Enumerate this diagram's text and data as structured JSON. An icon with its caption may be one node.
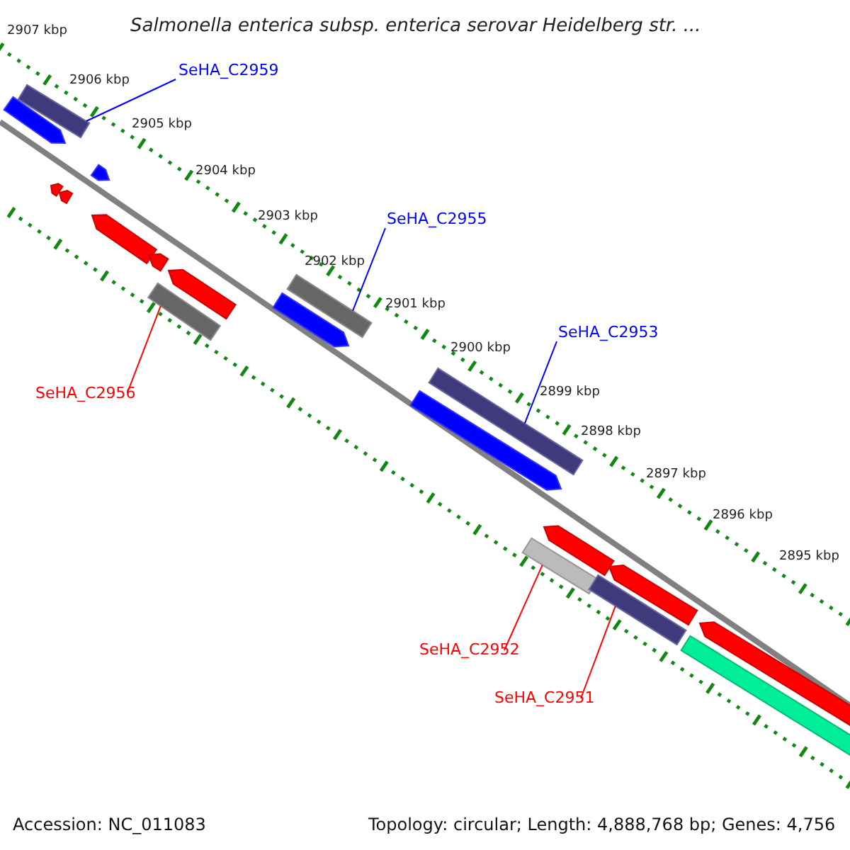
{
  "diagram": {
    "title": "Salmonella enterica subsp. enterica serovar Heidelberg str. ...",
    "nodes": [
      {
        "text": [
          "SeHA_C2959"
        ]
      },
      {
        "text": [],
        "shape": "bar"
      },
      {
        "text": [
          "SeHA_C2955"
        ]
      },
      {
        "text": [],
        "shape": "bar"
      },
      {
        "text": [
          "SeHA_C2953"
        ]
      },
      {
        "text": [],
        "shape": "bar"
      },
      {
        "text": [
          "SeHA_C2956"
        ]
      },
      {
        "text": [],
        "shape": "bar"
      },
      {
        "text": [
          "SeHA_C2952"
        ]
      },
      {
        "text": [],
        "shape": "bar"
      },
      {
        "text": [
          "SeHA_C2951"
        ]
      },
      {
        "text": [],
        "shape": "bar"
      }
    ],
    "edges": [
      {
        "from": 0,
        "to": 1,
        "arrow": "none",
        "color": "#0000ff"
      },
      {
        "from": 2,
        "to": 3,
        "arrow": "none",
        "color": "#0000ff"
      },
      {
        "from": 4,
        "to": 5,
        "arrow": "none",
        "color": "#0000ff"
      },
      {
        "from": 6,
        "to": 7,
        "arrow": "none",
        "color": "#ff0000"
      },
      {
        "from": 8,
        "to": 9,
        "arrow": "none",
        "color": "#ff0000"
      },
      {
        "from": 10,
        "to": 11,
        "arrow": "none",
        "color": "#ff0000"
      }
    ],
    "labels": [
      "2907 kbp",
      "2906 kbp",
      "2905 kbp",
      "2904 kbp",
      "2903 kbp",
      "2902 kbp",
      "2901 kbp",
      "2900 kbp",
      "2899 kbp",
      "2898 kbp",
      "2897 kbp",
      "2896 kbp",
      "2895 kbp",
      "Accession: NC_011083",
      "Topology: circular; Length: 4,888,768 bp; Genes: 4,756"
    ]
  }
}
